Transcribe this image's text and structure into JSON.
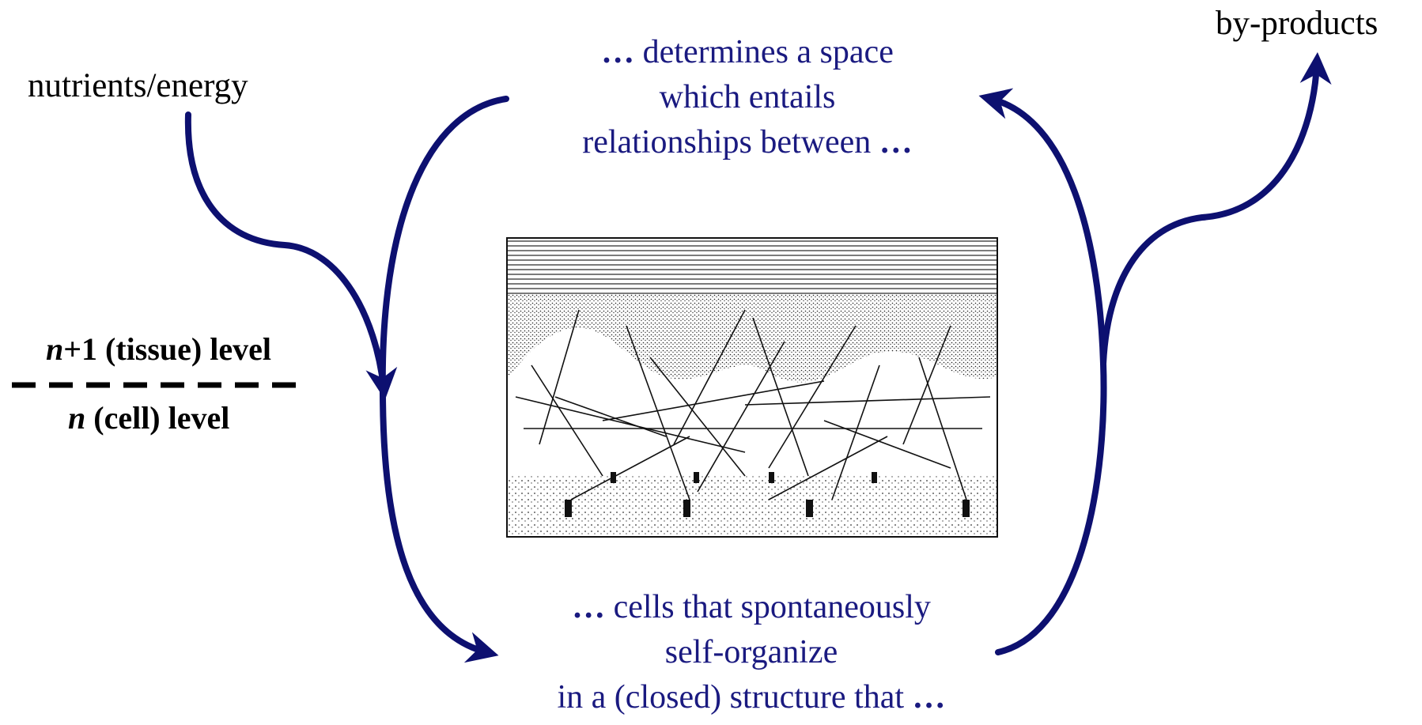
{
  "inputs": {
    "label": "nutrients/energy"
  },
  "outputs": {
    "label": "by-products"
  },
  "levels": {
    "upper": {
      "var": "n",
      "suffix": "+1 (tissue) level"
    },
    "lower": {
      "var": "n",
      "suffix": " (cell) level"
    }
  },
  "top_text": {
    "line1_ellipsis": "…",
    "line1": " determines a space",
    "line2": "which entails",
    "line3": "relationships between ",
    "line3_ellipsis": "…"
  },
  "bottom_text": {
    "line1_ellipsis": "…",
    "line1": " cells that spontaneously",
    "line2": "self-organize",
    "line3": "in a (closed) structure that ",
    "line3_ellipsis": "…"
  },
  "colors": {
    "arrow": "#0d1070",
    "text_blue": "#1a1a80",
    "text_black": "#000000"
  },
  "icons": {
    "center_image": "tissue-engraving-illustration"
  }
}
